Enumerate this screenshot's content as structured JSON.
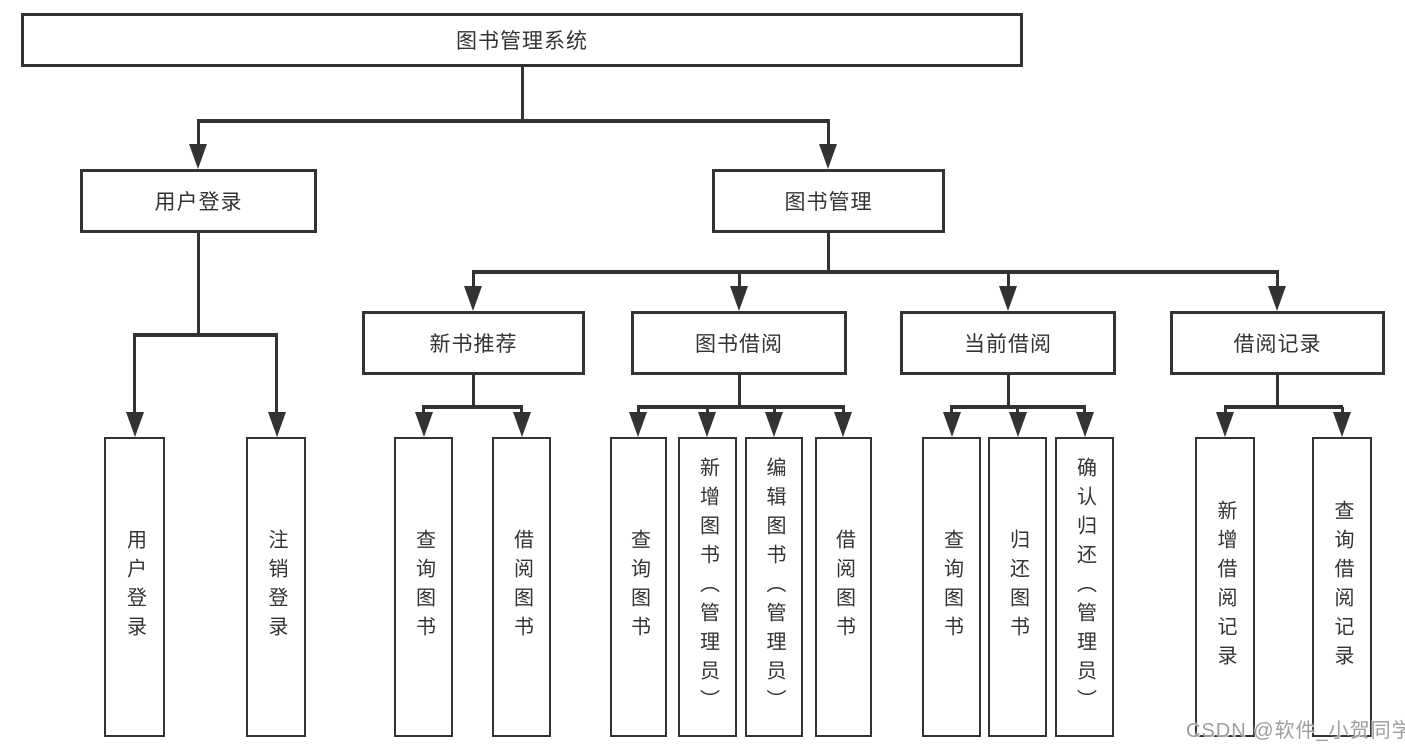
{
  "nodes": {
    "root": "图书管理系统",
    "user_login": "用户登录",
    "book_mgmt": "图书管理",
    "new_book_rec": "新书推荐",
    "book_borrow": "图书借阅",
    "current_borrow": "当前借阅",
    "borrow_records": "借阅记录",
    "user_login_leaf": "用户登录",
    "logout_leaf": "注销登录",
    "rec_query_book": "查询图书",
    "rec_borrow_book": "借阅图书",
    "bb_query_book": "查询图书",
    "bb_add_book": "新增图书（管理员）",
    "bb_edit_book": "编辑图书（管理员）",
    "bb_borrow_book": "借阅图书",
    "cb_query_book": "查询图书",
    "cb_return_book": "归还图书",
    "cb_confirm_return": "确认归还（管理员）",
    "br_add_record": "新增借阅记录",
    "br_query_record": "查询借阅记录"
  },
  "hierarchy": {
    "图书管理系统": {
      "用户登录": [
        "用户登录",
        "注销登录"
      ],
      "图书管理": {
        "新书推荐": [
          "查询图书",
          "借阅图书"
        ],
        "图书借阅": [
          "查询图书",
          "新增图书（管理员）",
          "编辑图书（管理员）",
          "借阅图书"
        ],
        "当前借阅": [
          "查询图书",
          "归还图书",
          "确认归还（管理员）"
        ],
        "借阅记录": [
          "新增借阅记录",
          "查询借阅记录"
        ]
      }
    }
  },
  "colors": {
    "stroke": "#333333",
    "background": "#ffffff",
    "watermark": "#9e9e9e"
  },
  "watermark": "CSDN @软件_小贺同学"
}
